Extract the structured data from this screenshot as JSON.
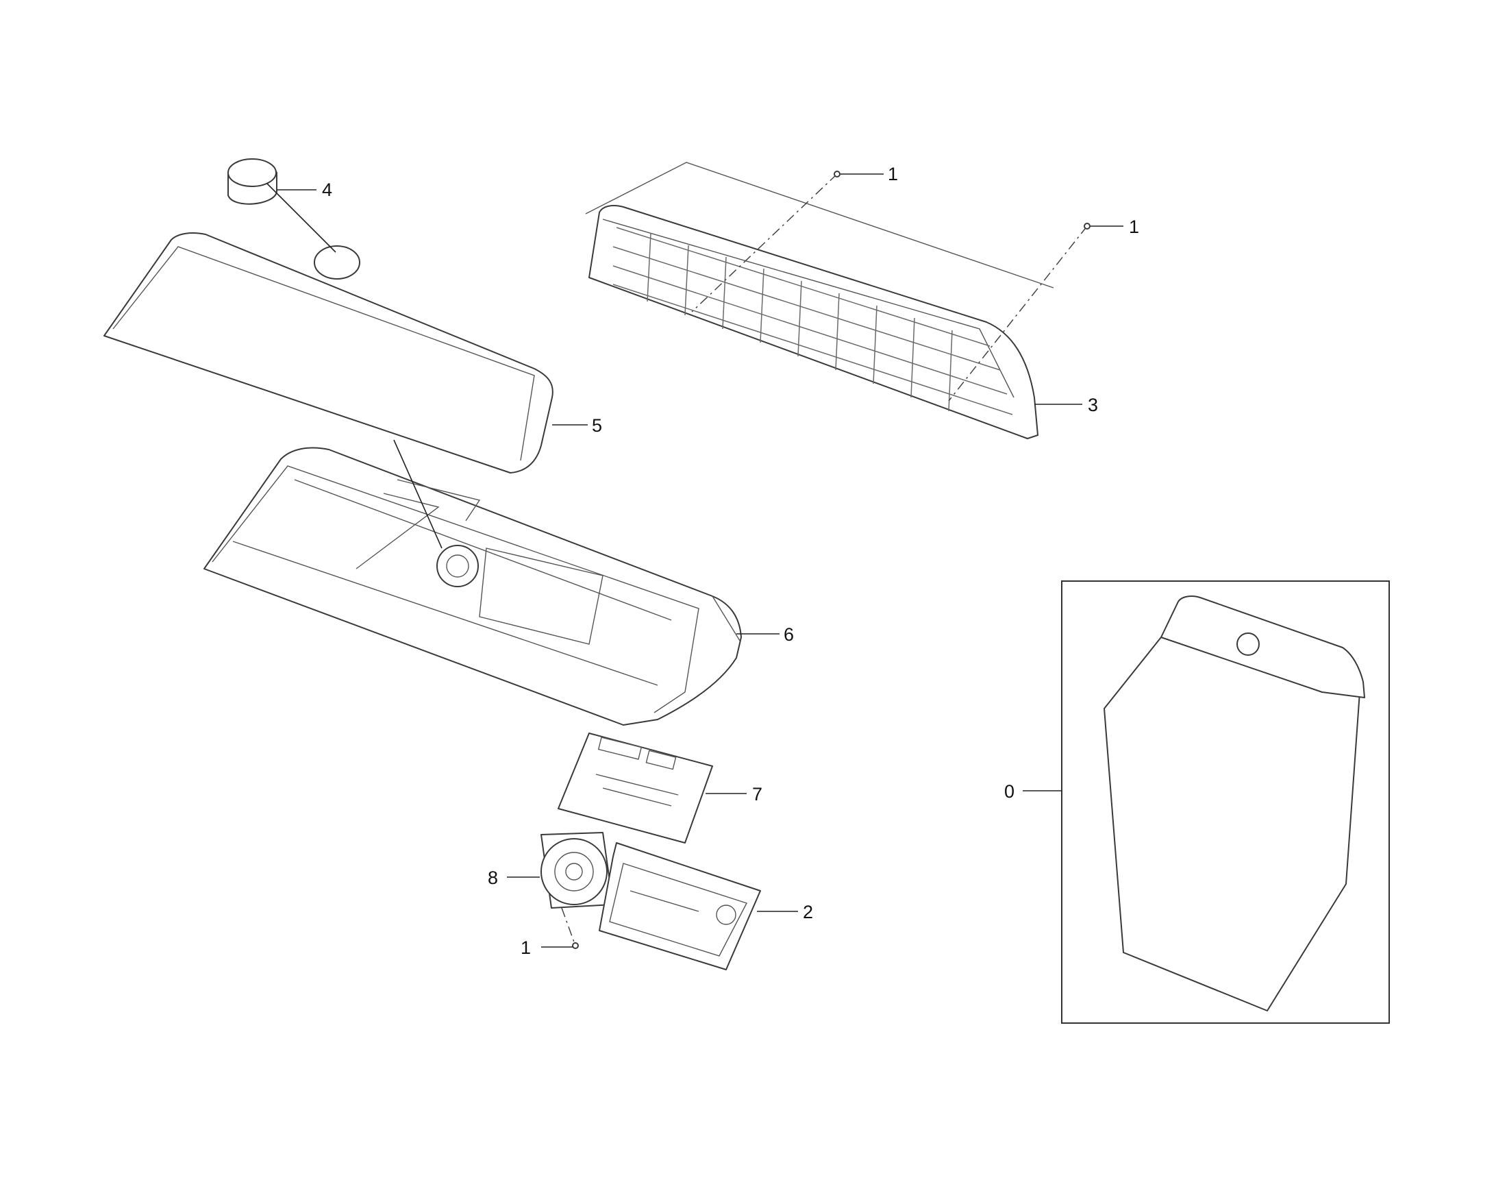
{
  "callouts": [
    {
      "id": "c-0",
      "label": "0"
    },
    {
      "id": "c-1a",
      "label": "1"
    },
    {
      "id": "c-1b",
      "label": "1"
    },
    {
      "id": "c-1c",
      "label": "1"
    },
    {
      "id": "c-2",
      "label": "2"
    },
    {
      "id": "c-3",
      "label": "3"
    },
    {
      "id": "c-4",
      "label": "4"
    },
    {
      "id": "c-5",
      "label": "5"
    },
    {
      "id": "c-6",
      "label": "6"
    },
    {
      "id": "c-7",
      "label": "7"
    },
    {
      "id": "c-8",
      "label": "8"
    }
  ]
}
